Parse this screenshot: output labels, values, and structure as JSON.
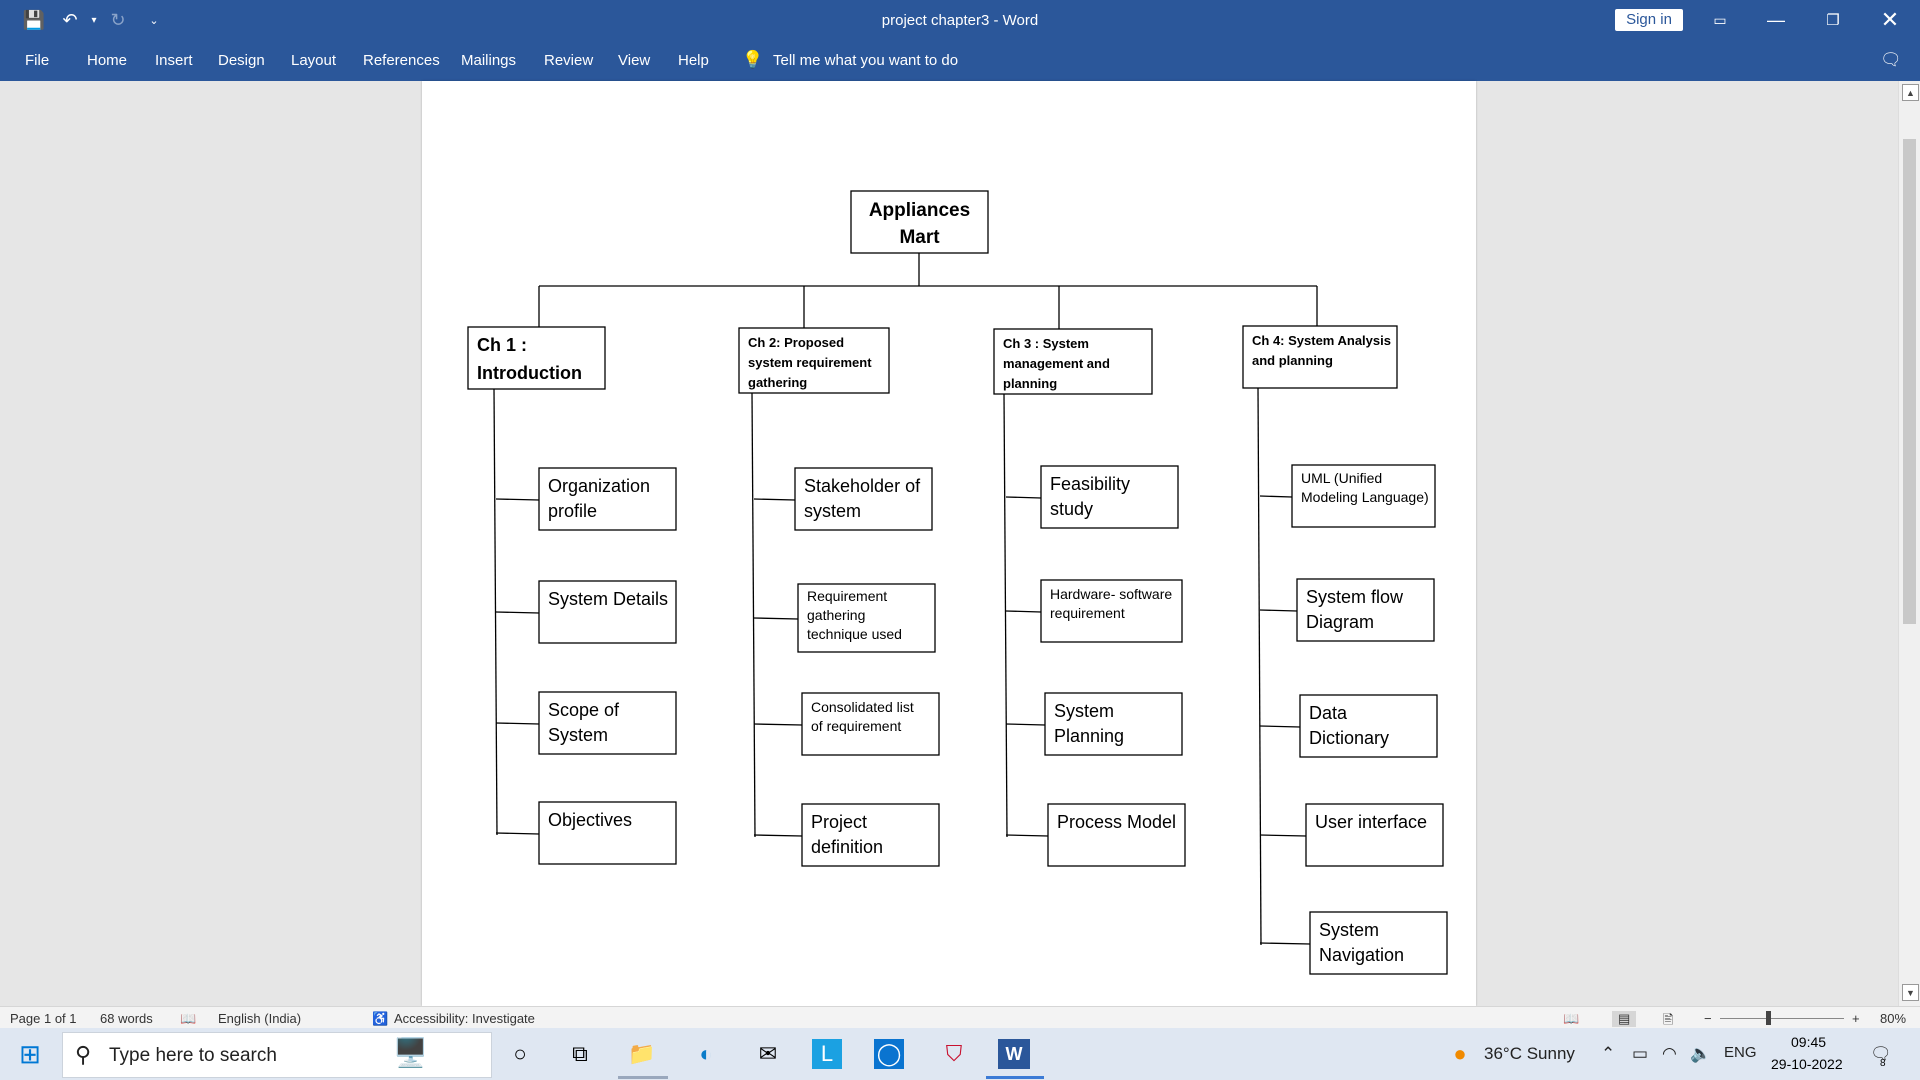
{
  "window": {
    "title": "project chapter3  -  Word",
    "signin_label": "Sign in"
  },
  "ribbon": {
    "tabs": [
      "File",
      "Home",
      "Insert",
      "Design",
      "Layout",
      "References",
      "Mailings",
      "Review",
      "View",
      "Help"
    ],
    "tell_me": "Tell me what you want to do"
  },
  "diagram": {
    "root": [
      "Appliances",
      "Mart"
    ],
    "chapters": [
      {
        "title": [
          "Ch 1 :",
          "Introduction"
        ],
        "items": [
          [
            "Organization",
            "profile"
          ],
          [
            "System Details"
          ],
          [
            "Scope of",
            "System"
          ],
          [
            "Objectives"
          ]
        ]
      },
      {
        "title": [
          "Ch 2: Proposed",
          "system requirement",
          "gathering"
        ],
        "items": [
          [
            "Stakeholder of",
            "system"
          ],
          [
            "Requirement",
            "gathering",
            "technique used"
          ],
          [
            "Consolidated list",
            "of requirement"
          ],
          [
            "Project",
            "definition"
          ]
        ]
      },
      {
        "title": [
          "Ch 3 : System",
          "management and",
          "planning"
        ],
        "items": [
          [
            "Feasibility",
            "study"
          ],
          [
            "Hardware- software",
            "requirement"
          ],
          [
            "System",
            "Planning"
          ],
          [
            "Process Model"
          ]
        ]
      },
      {
        "title": [
          "Ch 4: System Analysis",
          "and planning"
        ],
        "items": [
          [
            "UML (Unified",
            "Modeling Language)"
          ],
          [
            "System flow",
            "Diagram"
          ],
          [
            "Data",
            "Dictionary"
          ],
          [
            "User interface"
          ],
          [
            "System",
            "Navigation"
          ]
        ]
      }
    ]
  },
  "status": {
    "page": "Page 1 of 1",
    "words": "68 words",
    "language": "English (India)",
    "accessibility": "Accessibility: Investigate",
    "zoom": "80%"
  },
  "taskbar": {
    "search_placeholder": "Type here to search",
    "weather": "36°C  Sunny",
    "lang": "ENG",
    "time": "09:45",
    "date": "29-10-2022",
    "notifications": "8"
  }
}
